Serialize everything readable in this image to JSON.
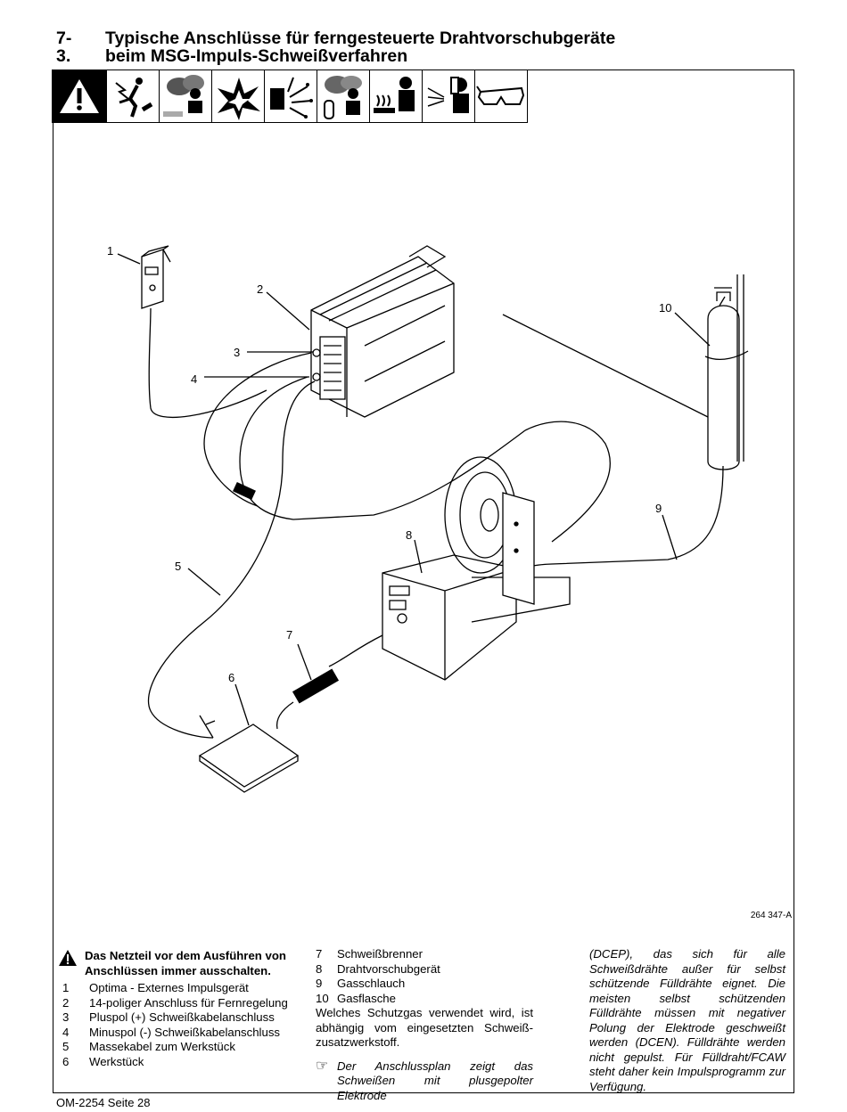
{
  "header": {
    "number": "7-3.",
    "title_line1": "Typische Anschlüsse für ferngesteuerte Drahtvorschubgeräte",
    "title_line2": "beim MSG-Impuls-Schweißverfahren"
  },
  "icons": [
    "warning-triangle-icon",
    "electric-shock-icon",
    "fumes-gas-icon",
    "fire-explosion-icon",
    "flying-sparks-icon",
    "gas-cylinder-fumes-icon",
    "hot-parts-icon",
    "arc-rays-icon",
    "safety-glasses-icon"
  ],
  "callouts": {
    "c1": "1",
    "c2": "2",
    "c3": "3",
    "c4": "4",
    "c5": "5",
    "c6": "6",
    "c7": "7",
    "c8": "8",
    "c9": "9",
    "c10": "10"
  },
  "figure_ref": "264 347-A",
  "warning": "Das Netzteil vor dem Ausführen von Anschlüssen immer ausschalten.",
  "legend_left": [
    {
      "num": "1",
      "text": "Optima - Externes Impulsgerät"
    },
    {
      "num": "2",
      "text": "14-poliger Anschluss für Fernregelung"
    },
    {
      "num": "3",
      "text": "Pluspol (+) Schweißkabelanschluss"
    },
    {
      "num": "4",
      "text": "Minuspol (-) Schweißkabelanschluss"
    },
    {
      "num": "5",
      "text": "Massekabel zum Werkstück"
    },
    {
      "num": "6",
      "text": "Werkstück"
    }
  ],
  "legend_right": [
    {
      "num": "7",
      "text": "Schweißbrenner"
    },
    {
      "num": "8",
      "text": "Drahtvorschubgerät"
    },
    {
      "num": "9",
      "text": "Gasschlauch"
    },
    {
      "num": "10",
      "text": "Gasflasche"
    }
  ],
  "gas_text": "Welches Schutzgas verwendet wird, ist abhängig vom eingesetzten Schweiß-zusatzwerkstoff.",
  "note_text": "Der Anschlussplan zeigt das Schweißen mit plusgepolter Elektrode (DCEP), das sich für alle Schweißdrähte außer für selbst schützende Fülldrähte eignet. Die meisten selbst schützenden Fülldrähte müssen mit negativer Polung der Elektrode geschweißt werden (DCEN). Fülldrähte werden nicht gepulst. Für Fülldraht/FCAW steht daher kein Impulsprogramm zur Verfügung.",
  "footer": "OM-2254 Seite 28"
}
